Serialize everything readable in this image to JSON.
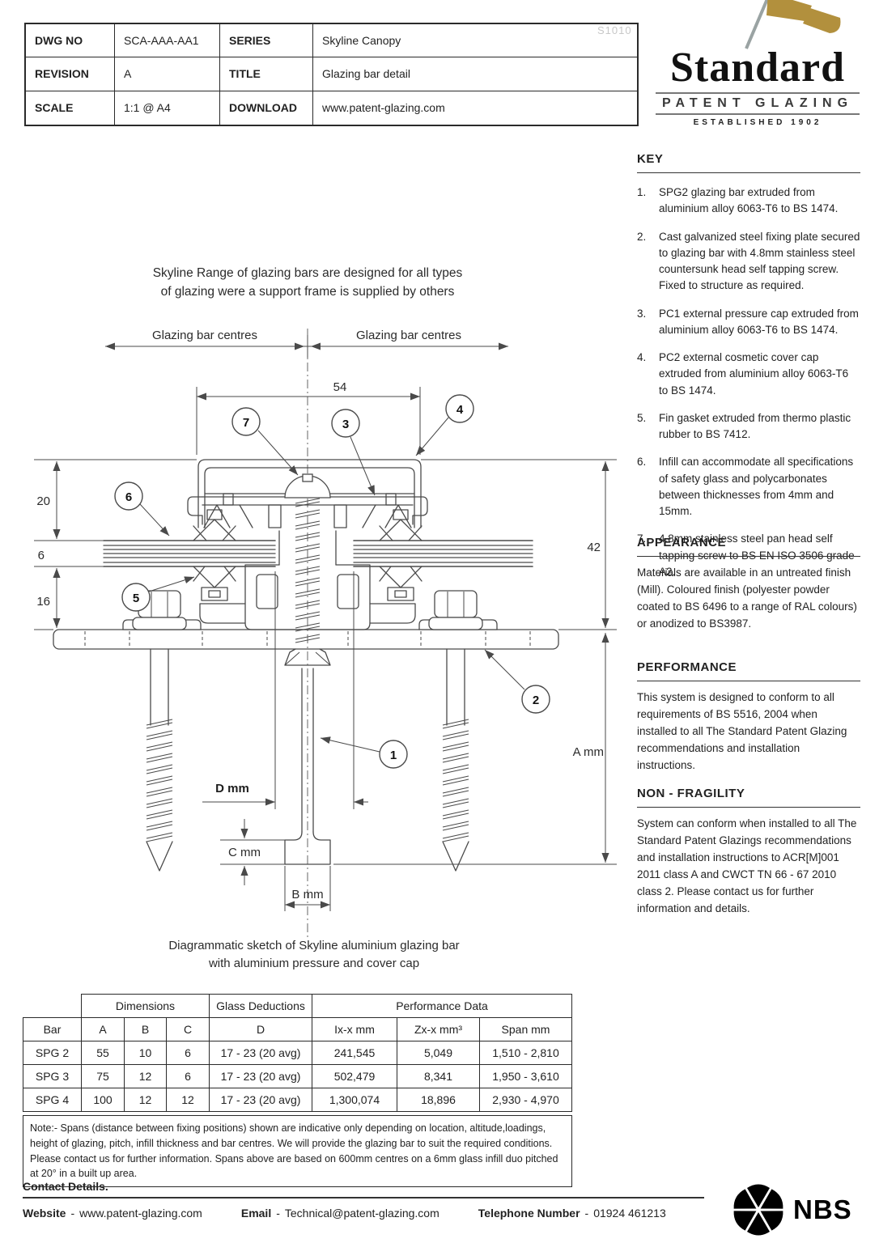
{
  "colors": {
    "accent_gold": "#b2903d",
    "drawing_line": "#4a4a4a",
    "watermark_gray": "#c8c8c8"
  },
  "title_block": {
    "watermark": "S1010",
    "rows": [
      {
        "l1": "DWG NO",
        "v1": "SCA-AAA-AA1",
        "l2": "SERIES",
        "v2": "Skyline Canopy"
      },
      {
        "l1": "REVISION",
        "v1": "A",
        "l2": "TITLE",
        "v2": "Glazing bar detail"
      },
      {
        "l1": "SCALE",
        "v1": "1:1 @ A4",
        "l2": "DOWNLOAD",
        "v2": "www.patent-glazing.com"
      }
    ]
  },
  "logo": {
    "name": "Standard",
    "subtitle": "PATENT GLAZING",
    "established": "ESTABLISHED 1902"
  },
  "sidebar": {
    "key": {
      "heading": "KEY",
      "items": [
        {
          "num": "1.",
          "text": "SPG2 glazing bar extruded from aluminium alloy 6063-T6  to BS 1474."
        },
        {
          "num": "2.",
          "text": "Cast galvanized steel fixing plate secured to glazing  bar with 4.8mm stainless steel countersunk head self tapping screw. Fixed to structure as required."
        },
        {
          "num": "3.",
          "text": "PC1 external pressure cap extruded from aluminium alloy 6063-T6 to BS 1474."
        },
        {
          "num": "4.",
          "text": "PC2 external cosmetic cover cap extruded from aluminium alloy 6063-T6 to BS 1474."
        },
        {
          "num": "5.",
          "text": "Fin gasket extruded from thermo plastic rubber to BS 7412."
        },
        {
          "num": "6.",
          "text": "Infill can accommodate all specifications of safety glass and polycarbonates between thicknesses from 4mm and 15mm."
        },
        {
          "num": "7.",
          "text": "4.8mm stainless steel pan head self tapping screw to BS EN ISO 3506 grade A2."
        }
      ]
    },
    "appearance": {
      "heading": "APPEARANCE",
      "body": "Materials are available in an untreated finish (Mill). Coloured finish (polyester powder coated to BS 6496 to a range of RAL colours) or anodized to BS3987."
    },
    "performance": {
      "heading": "PERFORMANCE",
      "body": "This system is designed to conform to all requirements of  BS 5516, 2004 when installed to all The Standard Patent Glazing recommendations and installation instructions."
    },
    "non_fragility": {
      "heading": "NON - FRAGILITY",
      "body": "System can conform when installed to all The Standard Patent Glazings recommendations  and installation instructions to ACR[M]001 2011 class A and CWCT TN 66 - 67 2010 class 2. Please contact us for further information and details."
    }
  },
  "drawing": {
    "heading_line1": "Skyline Range of glazing bars are designed for all types",
    "heading_line2": "of glazing were a support frame is supplied by others",
    "caption_line1": "Diagrammatic sketch of Skyline aluminium glazing bar",
    "caption_line2": "with aluminium pressure and cover cap",
    "labels": {
      "centres_left": "Glazing bar centres",
      "centres_right": "Glazing bar centres",
      "dim_54": "54",
      "dim_20": "20",
      "dim_6": "6",
      "dim_16": "16",
      "dim_42": "42",
      "dim_a": "A mm",
      "dim_d": "D mm",
      "dim_c": "C mm",
      "dim_b": "B mm"
    },
    "callouts": {
      "c1": "1",
      "c2": "2",
      "c3": "3",
      "c4": "4",
      "c5": "5",
      "c6": "6",
      "c7": "7"
    }
  },
  "spec_table": {
    "group_headers": {
      "dimensions": "Dimensions",
      "glass_deductions": "Glass Deductions",
      "performance_data": "Performance Data"
    },
    "columns": [
      "Bar",
      "A",
      "B",
      "C",
      "D",
      "Ix-x mm",
      "Zx-x mm³",
      "Span mm"
    ],
    "rows": [
      {
        "cells": [
          "SPG 2",
          "55",
          "10",
          "6",
          "17 - 23 (20 avg)",
          "241,545",
          "5,049",
          "1,510 - 2,810"
        ]
      },
      {
        "cells": [
          "SPG 3",
          "75",
          "12",
          "6",
          "17 - 23 (20 avg)",
          "502,479",
          "8,341",
          "1,950 - 3,610"
        ]
      },
      {
        "cells": [
          "SPG 4",
          "100",
          "12",
          "12",
          "17 - 23 (20 avg)",
          "1,300,074",
          "18,896",
          "2,930 - 4,970"
        ]
      }
    ],
    "note": "Note:- Spans (distance between fixing positions) shown are indicative only depending on location, altitude,loadings, height of glazing, pitch, infill thickness and bar centres. We will provide the glazing bar to suit the required conditions. Please contact us for further information. Spans above are based on 600mm centres on a 6mm glass infill duo pitched at 20° in a built up area."
  },
  "footer": {
    "heading": "Contact Details.",
    "separator": "-",
    "website_label": "Website",
    "website": "www.patent-glazing.com",
    "email_label": "Email",
    "email": "Technical@patent-glazing.com",
    "phone_label": "Telephone Number",
    "phone": "01924 461213",
    "nbs": "NBS"
  }
}
